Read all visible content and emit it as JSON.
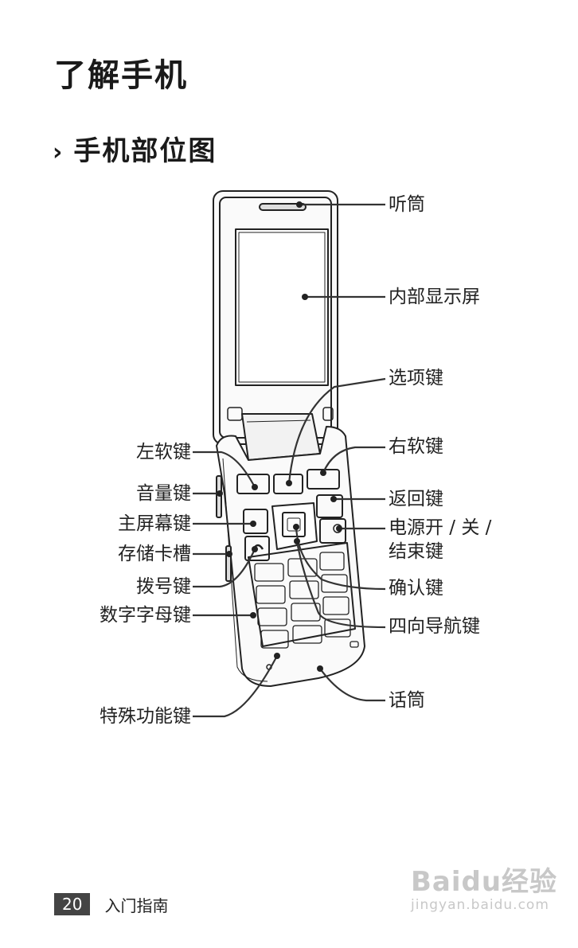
{
  "title": "了解手机",
  "section": {
    "chevron": "›",
    "title": "手机部位图"
  },
  "labels": {
    "earpiece": "听筒",
    "inner_display": "内部显示屏",
    "option_key": "选项键",
    "left_soft_key": "左软键",
    "right_soft_key": "右软键",
    "volume_key": "音量键",
    "back_key": "返回键",
    "home_key": "主屏幕键",
    "power_end_key_line1": "电源开 / 关 /",
    "power_end_key_line2": "结束键",
    "memory_slot": "存储卡槽",
    "dial_key": "拨号键",
    "confirm_key": "确认键",
    "alphanumeric_keys": "数字字母键",
    "nav_key": "四向导航键",
    "microphone": "话筒",
    "special_keys": "特殊功能键"
  },
  "footer": {
    "page_number": "20",
    "section_name": "入门指南"
  },
  "watermark": {
    "logo": "Baidu经验",
    "url": "jingyan.baidu.com"
  }
}
